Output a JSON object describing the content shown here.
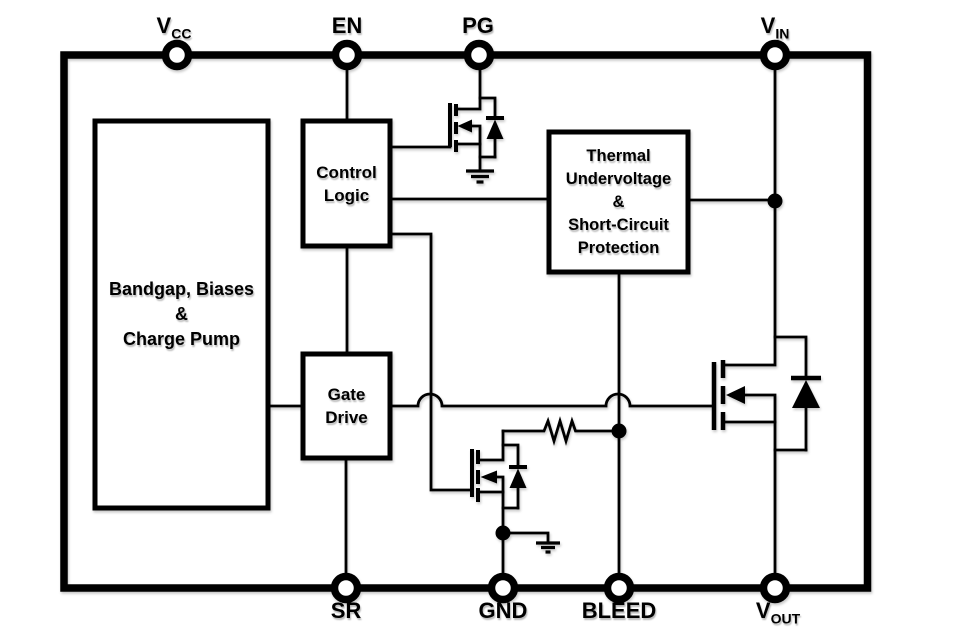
{
  "pins": {
    "top": [
      {
        "label": "V",
        "sub": "CC"
      },
      {
        "label": "EN",
        "sub": ""
      },
      {
        "label": "PG",
        "sub": ""
      },
      {
        "label": "V",
        "sub": "IN"
      }
    ],
    "bottom": [
      {
        "label": "SR",
        "sub": ""
      },
      {
        "label": "GND",
        "sub": ""
      },
      {
        "label": "BLEED",
        "sub": ""
      },
      {
        "label": "V",
        "sub": "OUT"
      }
    ]
  },
  "blocks": {
    "bandgap": {
      "lines": [
        "Bandgap, Biases",
        "&",
        "Charge Pump"
      ]
    },
    "control_logic": {
      "lines": [
        "Control",
        "Logic"
      ]
    },
    "gate_drive": {
      "lines": [
        "Gate",
        "Drive"
      ]
    },
    "protection": {
      "lines": [
        "Thermal",
        "Undervoltage",
        "&",
        "Short-Circuit",
        "Protection"
      ]
    }
  },
  "colors": {
    "ink": "#000000",
    "background": "#ffffff"
  }
}
